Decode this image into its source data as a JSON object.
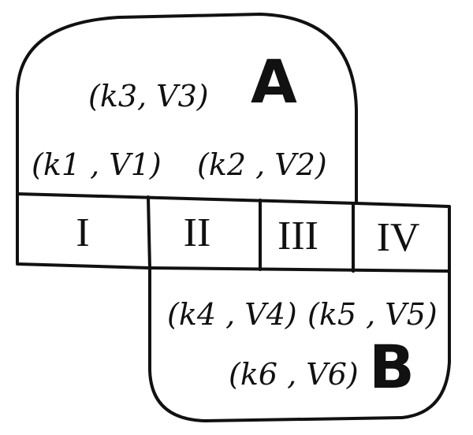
{
  "set_a": {
    "label": "A",
    "pairs": [
      "(k3, V3)",
      "(k1 , V1)",
      "(k2 , V2)"
    ]
  },
  "set_b": {
    "label": "B",
    "pairs": [
      "(k4 , V4)",
      "(k5 , V5)",
      "(k6 , V6)"
    ]
  },
  "cells": [
    "I",
    "II",
    "III",
    "IV"
  ]
}
